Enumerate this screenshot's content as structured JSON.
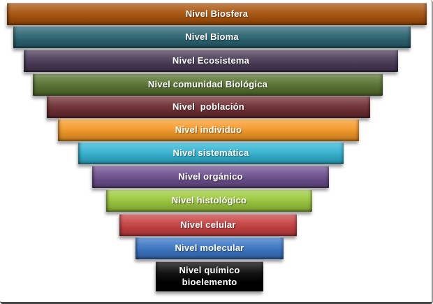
{
  "diagram": {
    "type": "inverted-pyramid-funnel",
    "text_color": "#ffffff",
    "frame_border_right_color": "#9a9a9a",
    "frame_border_bottom_color": "#474747",
    "background_color": "#ffffff"
  },
  "levels": [
    {
      "label": "Nivel Biosfera",
      "color": "#A9530C"
    },
    {
      "label": "Nivel Bioma",
      "color": "#2A6472"
    },
    {
      "label": "Nivel Ecosistema",
      "color": "#4A3A57"
    },
    {
      "label": "Nivel comunidad Biológica",
      "color": "#587331"
    },
    {
      "label": "Nivel  población",
      "color": "#6F2F33"
    },
    {
      "label": "Nivel individuo",
      "color": "#F69A28"
    },
    {
      "label": "Nivel sistemática",
      "color": "#32B4D2"
    },
    {
      "label": "Nivel orgánico",
      "color": "#6C4F8E"
    },
    {
      "label": "Nivel histológico",
      "color": "#9CC93C"
    },
    {
      "label": "Nivel celular",
      "color": "#C84141"
    },
    {
      "label": "Nivel molecular",
      "color": "#3B76C6"
    },
    {
      "label": "Nivel químico\nbioelemento",
      "color": "#000000"
    }
  ]
}
